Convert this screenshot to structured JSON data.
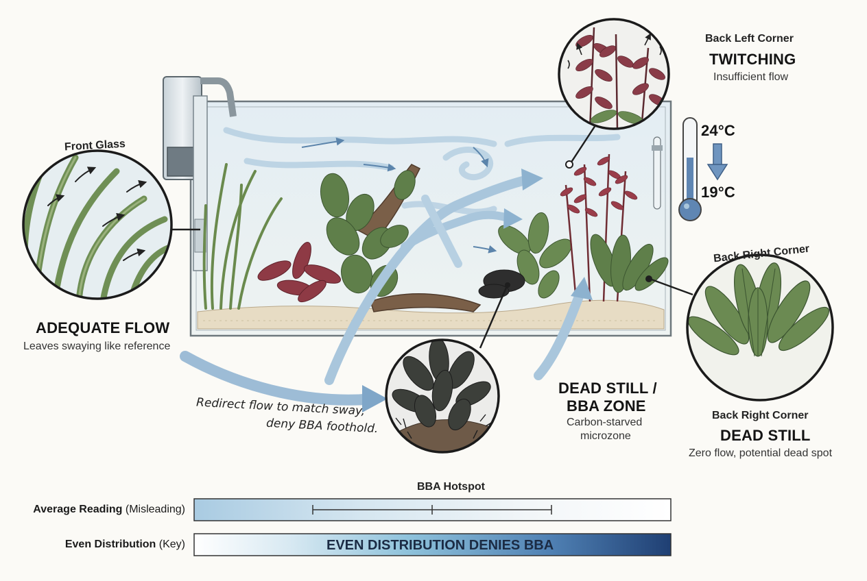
{
  "labels": {
    "front_glass": "Front Glass",
    "front_title": "ADEQUATE FLOW",
    "front_sub": "Leaves swaying like reference",
    "back_left_corner": "Back Left Corner",
    "back_left_title": "TWITCHING",
    "back_left_sub": "Insufficient flow",
    "back_right_curved": "Back Right Corner",
    "back_right_corner": "Back Right Corner",
    "back_right_title": "DEAD STILL",
    "back_right_sub": "Zero flow, potential dead spot",
    "dead_zone_line1": "DEAD STILL /",
    "dead_zone_line2": "BBA ZONE",
    "dead_zone_sub1": "Carbon-starved",
    "dead_zone_sub2": "microzone",
    "hotspot": "BBA Hotspot",
    "note_line1": "Redirect flow to match sway,",
    "note_line2": "deny BBA foothold."
  },
  "thermometer": {
    "high": "24°C",
    "low": "19°C"
  },
  "bars": {
    "average_label": "Average Reading",
    "average_paren": "(Misleading)",
    "even_label": "Even Distribution",
    "even_paren": "(Key)",
    "even_text": "EVEN DISTRIBUTION DENIES BBA"
  },
  "colors": {
    "water": "#dbe8f0",
    "flow_arrow": "#9dbcd6",
    "arrow_dark": "#5b84ab",
    "plant_green": "#5f7f4a",
    "plant_red": "#8e3a45",
    "bba_black": "#2e2e2e",
    "bar_fill_dark": "#1f3f73"
  }
}
